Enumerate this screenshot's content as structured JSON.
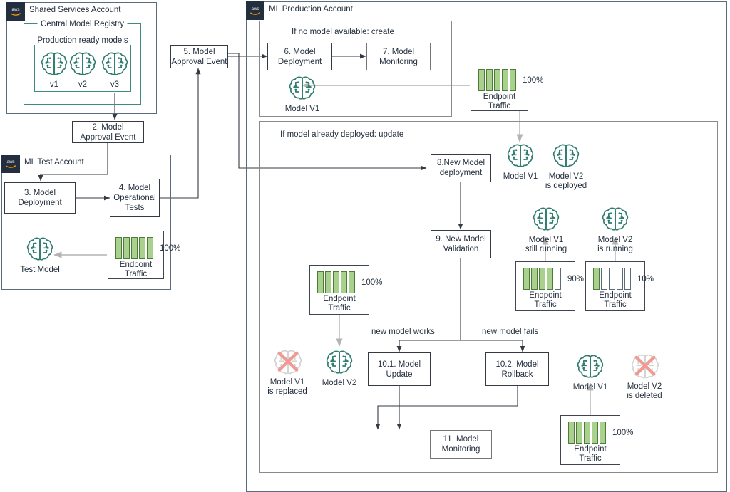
{
  "accounts": [
    {
      "id": "shared",
      "title": "Shared Services Account",
      "badge": "aws-logo-icon"
    },
    {
      "id": "test",
      "title": "ML Test Account",
      "badge": "aws-logo-icon"
    },
    {
      "id": "prod",
      "title": "ML Production Account",
      "badge": "aws-logo-icon"
    }
  ],
  "registry": {
    "outer_title": "Central Model Registry",
    "inner_title": "Production ready models",
    "models": [
      {
        "label": "v1",
        "icon": "model-brain-icon"
      },
      {
        "label": "v2",
        "icon": "model-brain-icon"
      },
      {
        "label": "v3",
        "icon": "model-brain-icon"
      }
    ]
  },
  "prod_groups": [
    {
      "id": "create",
      "label": "If no model available: create"
    },
    {
      "id": "update",
      "label": "If model already deployed: update"
    }
  ],
  "steps": [
    {
      "id": "s2",
      "line1": "2. Model",
      "line2": "Approval Event"
    },
    {
      "id": "s3",
      "line1": "3. Model",
      "line2": "Deployment"
    },
    {
      "id": "s4",
      "line1": "4. Model",
      "line2": "Operational",
      "line3": "Tests"
    },
    {
      "id": "s5",
      "line1": "5. Model",
      "line2": "Approval Event"
    },
    {
      "id": "s6",
      "line1": "6. Model",
      "line2": "Deployment"
    },
    {
      "id": "s7",
      "line1": "7. Model",
      "line2": "Monitoring"
    },
    {
      "id": "s8",
      "line1": "8.New Model",
      "line2": "deployment"
    },
    {
      "id": "s9",
      "line1": "9. New Model",
      "line2": "Validation"
    },
    {
      "id": "s101",
      "line1": "10.1. Model",
      "line2": "Update"
    },
    {
      "id": "s102",
      "line1": "10.2. Model",
      "line2": "Rollback"
    },
    {
      "id": "s11",
      "line1": "11. Model",
      "line2": "Monitoring"
    }
  ],
  "models": [
    {
      "id": "m-test",
      "icon": "model-brain-icon",
      "line1": "Test Model",
      "line2": ""
    },
    {
      "id": "m-prod-v1",
      "icon": "model-brain-icon",
      "line1": "Model V1",
      "line2": ""
    },
    {
      "id": "m-upd-v1",
      "icon": "model-brain-icon",
      "line1": "Model V1",
      "line2": ""
    },
    {
      "id": "m-upd-v2",
      "icon": "model-brain-icon",
      "line1": "Model V2",
      "line2": "is deployed"
    },
    {
      "id": "m-run-v1",
      "icon": "model-brain-icon",
      "line1": "Model V1",
      "line2": "still running"
    },
    {
      "id": "m-run-v2",
      "icon": "model-brain-icon",
      "line1": "Model V2",
      "line2": "is running"
    },
    {
      "id": "m-replaced-v1",
      "icon": "model-brain-disabled-icon",
      "line1": "Model V1",
      "line2": "is replaced"
    },
    {
      "id": "m-final-v2",
      "icon": "model-brain-icon",
      "line1": "Model V2",
      "line2": ""
    },
    {
      "id": "m-final-v1",
      "icon": "model-brain-icon",
      "line1": "Model V1",
      "line2": ""
    },
    {
      "id": "m-deleted-v2",
      "icon": "model-brain-disabled-icon",
      "line1": "Model V2",
      "line2": "is deleted"
    }
  ],
  "endpoints": [
    {
      "id": "ep-test",
      "caption1": "Endpoint",
      "caption2": "Traffic",
      "percent": "100%",
      "filled": 5,
      "total": 5
    },
    {
      "id": "ep-create",
      "caption1": "Endpoint",
      "caption2": "Traffic",
      "percent": "100%",
      "filled": 5,
      "total": 5
    },
    {
      "id": "ep-90",
      "caption1": "Endpoint",
      "caption2": "Traffic",
      "percent": "90%",
      "filled": 4,
      "total": 5
    },
    {
      "id": "ep-10",
      "caption1": "Endpoint",
      "caption2": "Traffic",
      "percent": "10%",
      "filled": 1,
      "total": 5
    },
    {
      "id": "ep-upd",
      "caption1": "Endpoint",
      "caption2": "Traffic",
      "percent": "100%",
      "filled": 5,
      "total": 5
    },
    {
      "id": "ep-final",
      "caption1": "Endpoint",
      "caption2": "Traffic",
      "percent": "100%",
      "filled": 5,
      "total": 5
    }
  ],
  "edge_labels": [
    {
      "id": "works",
      "text": "new model works"
    },
    {
      "id": "fails",
      "text": "new model fails"
    }
  ],
  "colors": {
    "aws_navy": "#232f3e",
    "teal": "#3f8c7e",
    "bar_fill": "#a9d18e",
    "bar_stroke": "#4f7a3a",
    "disabled_grey": "#c9cbcd",
    "x_red": "#f09a94",
    "line_dark": "#333a42",
    "line_grey": "#b3b3b3"
  }
}
